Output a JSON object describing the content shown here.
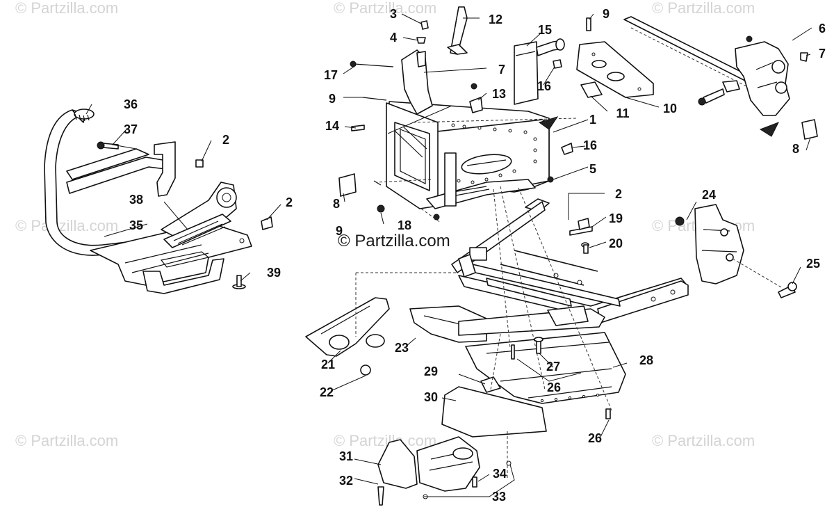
{
  "watermark": {
    "text": "© Partzilla.com",
    "main_text": "© Partzilla.com"
  },
  "callouts": [
    {
      "id": "c1",
      "label": "1"
    },
    {
      "id": "c2a",
      "label": "2"
    },
    {
      "id": "c2b",
      "label": "2"
    },
    {
      "id": "c2c",
      "label": "2"
    },
    {
      "id": "c3",
      "label": "3"
    },
    {
      "id": "c4",
      "label": "4"
    },
    {
      "id": "c5",
      "label": "5"
    },
    {
      "id": "c6",
      "label": "6"
    },
    {
      "id": "c7a",
      "label": "7"
    },
    {
      "id": "c7b",
      "label": "7"
    },
    {
      "id": "c8a",
      "label": "8"
    },
    {
      "id": "c8b",
      "label": "8"
    },
    {
      "id": "c9a",
      "label": "9"
    },
    {
      "id": "c9b",
      "label": "9"
    },
    {
      "id": "c9c",
      "label": "9"
    },
    {
      "id": "c10",
      "label": "10"
    },
    {
      "id": "c11",
      "label": "11"
    },
    {
      "id": "c12",
      "label": "12"
    },
    {
      "id": "c13",
      "label": "13"
    },
    {
      "id": "c14",
      "label": "14"
    },
    {
      "id": "c15",
      "label": "15"
    },
    {
      "id": "c16a",
      "label": "16"
    },
    {
      "id": "c16b",
      "label": "16"
    },
    {
      "id": "c17",
      "label": "17"
    },
    {
      "id": "c18",
      "label": "18"
    },
    {
      "id": "c19",
      "label": "19"
    },
    {
      "id": "c20",
      "label": "20"
    },
    {
      "id": "c21",
      "label": "21"
    },
    {
      "id": "c22",
      "label": "22"
    },
    {
      "id": "c23",
      "label": "23"
    },
    {
      "id": "c24",
      "label": "24"
    },
    {
      "id": "c25",
      "label": "25"
    },
    {
      "id": "c26a",
      "label": "26"
    },
    {
      "id": "c26b",
      "label": "26"
    },
    {
      "id": "c27",
      "label": "27"
    },
    {
      "id": "c28",
      "label": "28"
    },
    {
      "id": "c29",
      "label": "29"
    },
    {
      "id": "c30",
      "label": "30"
    },
    {
      "id": "c31",
      "label": "31"
    },
    {
      "id": "c32",
      "label": "32"
    },
    {
      "id": "c33",
      "label": "33"
    },
    {
      "id": "c34",
      "label": "34"
    },
    {
      "id": "c35",
      "label": "35"
    },
    {
      "id": "c36",
      "label": "36"
    },
    {
      "id": "c37",
      "label": "37"
    },
    {
      "id": "c38",
      "label": "38"
    },
    {
      "id": "c39",
      "label": "39"
    }
  ]
}
